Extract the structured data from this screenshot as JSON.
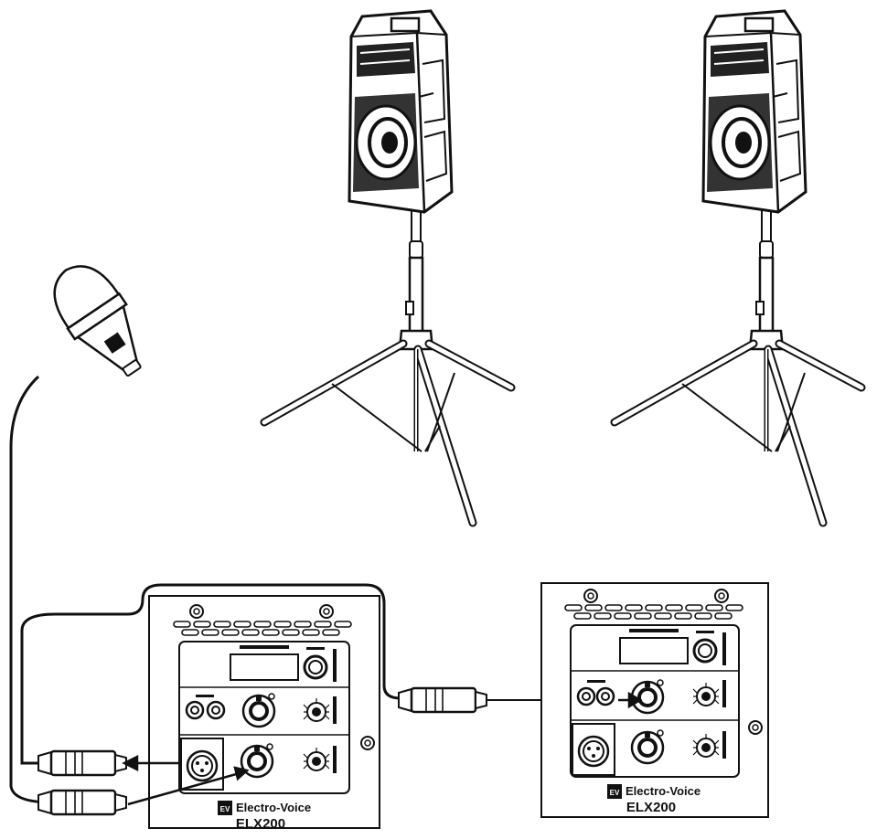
{
  "panel_left": {
    "brand": "Electro-Voice",
    "model": "ELX200",
    "logo": "EV"
  },
  "panel_right": {
    "brand": "Electro-Voice",
    "model": "ELX200",
    "logo": "EV"
  },
  "colors": {
    "line": "#1a1a1a",
    "panel_fill": "#ffffff",
    "inset_fill": "#f4f4f4"
  }
}
